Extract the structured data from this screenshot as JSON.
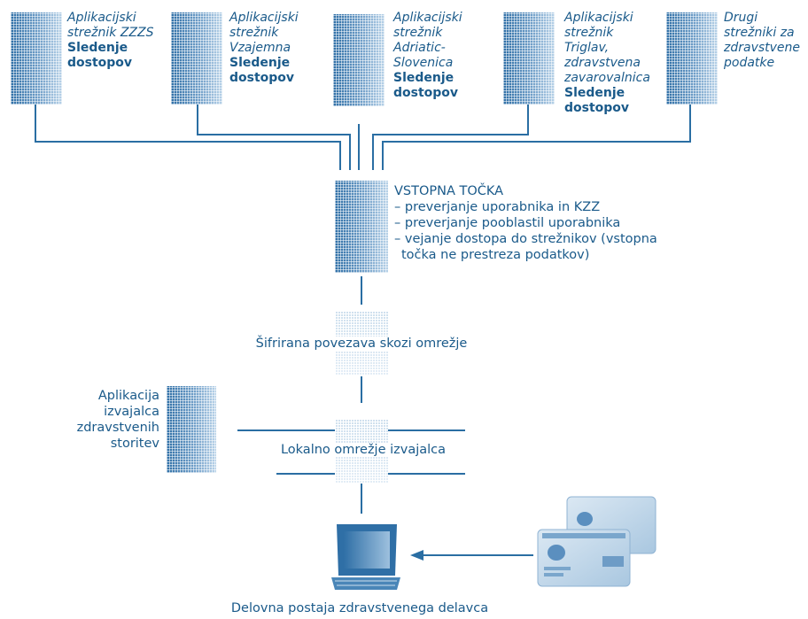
{
  "servers": [
    {
      "italic": [
        "Aplikacijski",
        "strežnik ZZZS"
      ],
      "bold": [
        "Sledenje",
        "dostopov"
      ]
    },
    {
      "italic": [
        "Aplikacijski",
        "strežnik",
        "Vzajemna"
      ],
      "bold": [
        "Sledenje",
        "dostopov"
      ]
    },
    {
      "italic": [
        "Aplikacijski",
        "strežnik",
        "Adriatic-",
        "Slovenica"
      ],
      "bold": [
        "Sledenje",
        "dostopov"
      ]
    },
    {
      "italic": [
        "Aplikacijski",
        "strežnik",
        "Triglav,",
        "zdravstvena",
        "zavarovalnica"
      ],
      "bold": [
        "Sledenje",
        "dostopov"
      ]
    },
    {
      "italic": [
        "Drugi",
        "strežniki za",
        "zdravstvene",
        "podatke"
      ],
      "bold": []
    }
  ],
  "entry_point": {
    "title": "VSTOPNA TOČKA",
    "items": [
      "– preverjanje uporabnika in KZZ",
      "– preverjanje pooblastil uporabnika",
      "– vejanje dostopa do strežnikov (vstopna",
      "točka ne prestreza podatkov)"
    ]
  },
  "encrypted_link": "Šifrirana povezava skozi omrežje",
  "provider_app": [
    "Aplikacija",
    "izvajalca",
    "zdravstvenih",
    "storitev"
  ],
  "local_network": "Lokalno omrežje izvajalca",
  "workstation": "Delovna postaja zdravstvenega delavca",
  "colors": {
    "primary": "#2a6ea3",
    "text": "#1a5a8a"
  }
}
